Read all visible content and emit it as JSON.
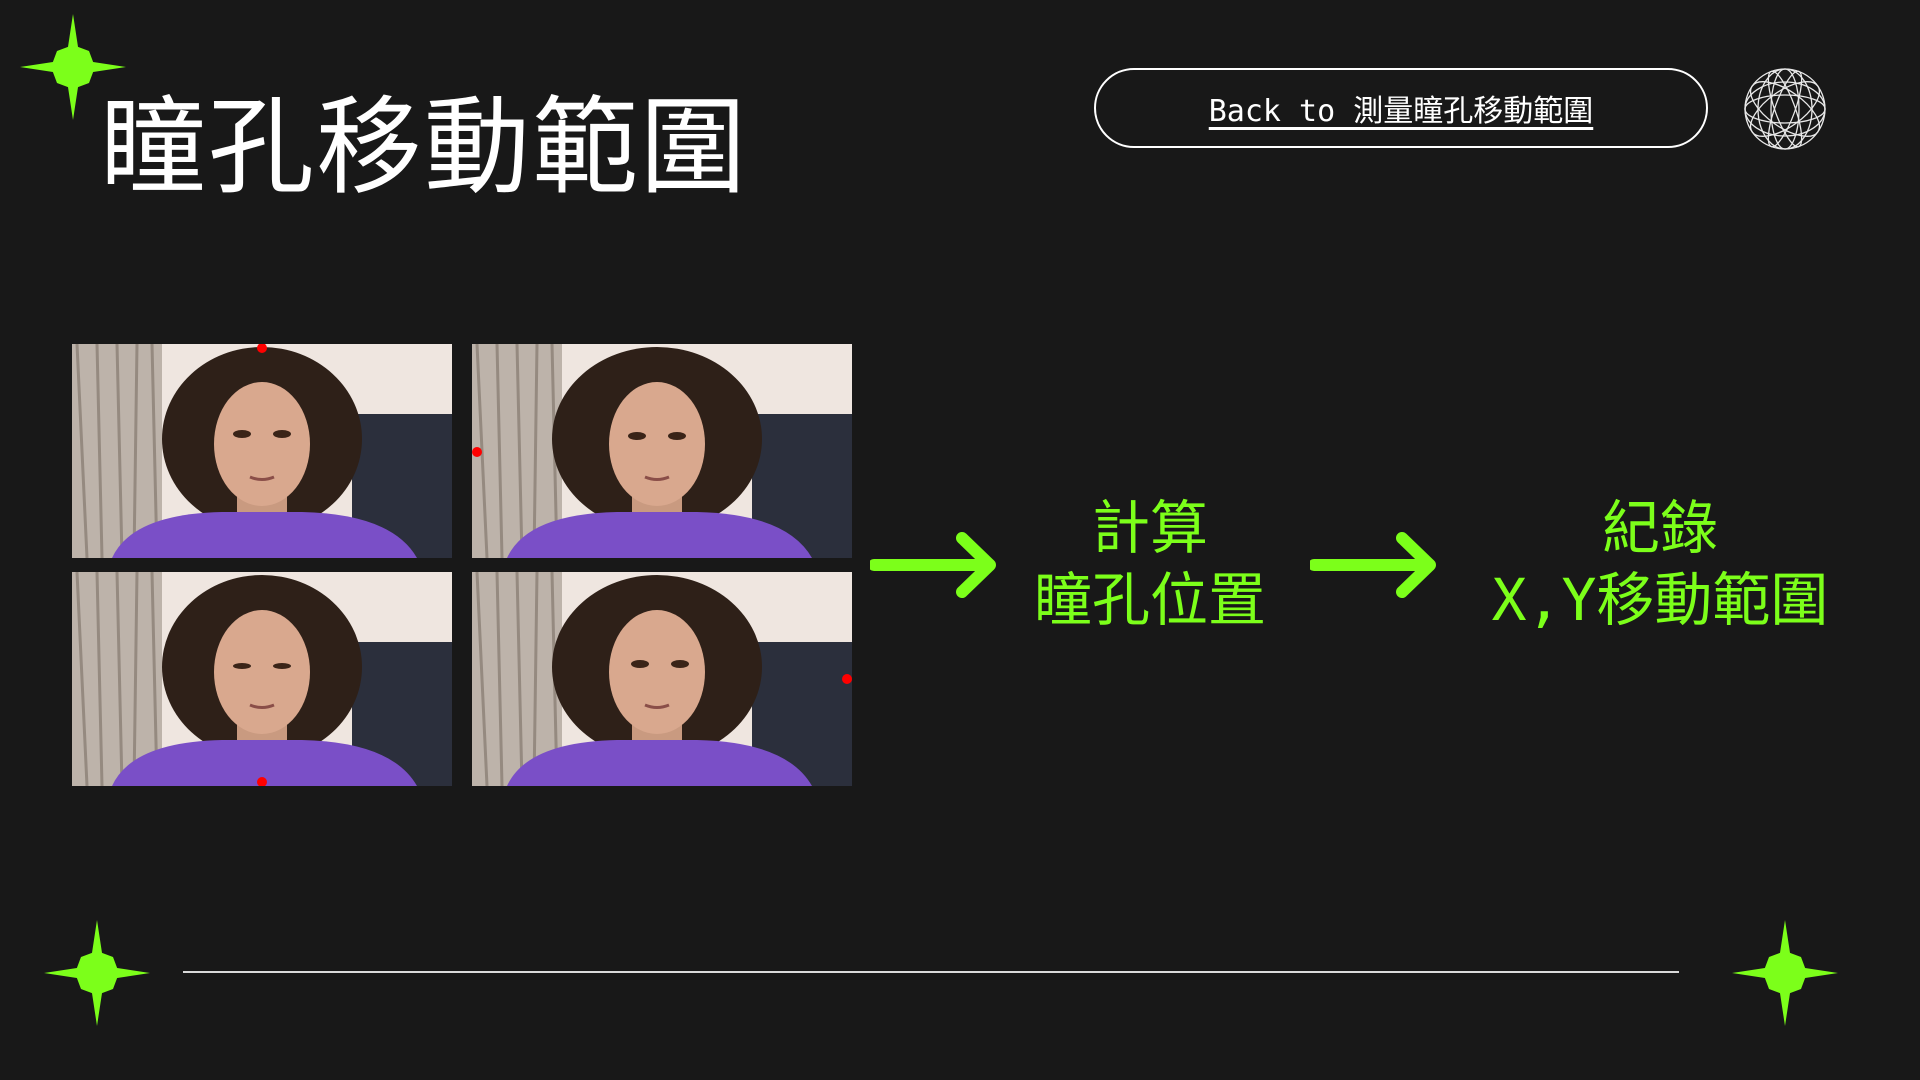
{
  "slide": {
    "title": "瞳孔移動範圍",
    "back_link": "Back to 測量瞳孔移動範圍"
  },
  "icons": {
    "sparkle": "sparkle-icon",
    "globe": "wireframe-globe-icon",
    "arrow": "arrow-right-icon"
  },
  "colors": {
    "background": "#181818",
    "accent": "#7cff1a",
    "text": "#ffffff"
  },
  "flow": {
    "step1": {
      "line1": "計算",
      "line2": "瞳孔位置"
    },
    "step2": {
      "line1": "紀錄",
      "line2": "X,Y移動範圍"
    }
  },
  "photos": [
    {
      "marker": "top"
    },
    {
      "marker": "left"
    },
    {
      "marker": "bottom"
    },
    {
      "marker": "right"
    }
  ]
}
